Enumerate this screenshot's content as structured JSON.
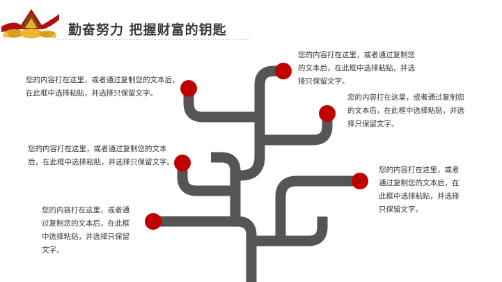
{
  "header": {
    "title": "勤奋努力  把握财富的钥匙",
    "logo": "勤奋努力 gold treasure logo"
  },
  "colors": {
    "branch": "#555555",
    "dot": "#c00000",
    "text": "#333333"
  },
  "callouts": [
    {
      "lines": [
        "您的内容打在这里，或者通过复制您",
        "的文本后，在此框中选择粘贴，并选",
        "择只保留文字。"
      ]
    },
    {
      "lines": [
        "您的内容打在这里，或者通过复制您的文本后，",
        "在此框中选择粘贴，并选择只保留文字。"
      ]
    },
    {
      "lines": [
        "您的内容打在这里，或者通过复制您",
        "的文本后，在此框中选择粘贴，并选",
        "择只保留文字。"
      ]
    },
    {
      "lines": [
        "您的内容打在这里，或者通过复制您的文本",
        "后，在此框中选择粘贴，并选择只保留文字。"
      ]
    },
    {
      "lines": [
        "您的内容打在这里，或者",
        "通过复制您的文本后，在",
        "此框中选择粘贴，并选择",
        "只保留文字。"
      ]
    },
    {
      "lines": [
        "您的内容打在这里，或者通",
        "过复制您的文本后，在此框",
        "中选择粘贴，并选择只保留",
        "文字。"
      ]
    }
  ]
}
